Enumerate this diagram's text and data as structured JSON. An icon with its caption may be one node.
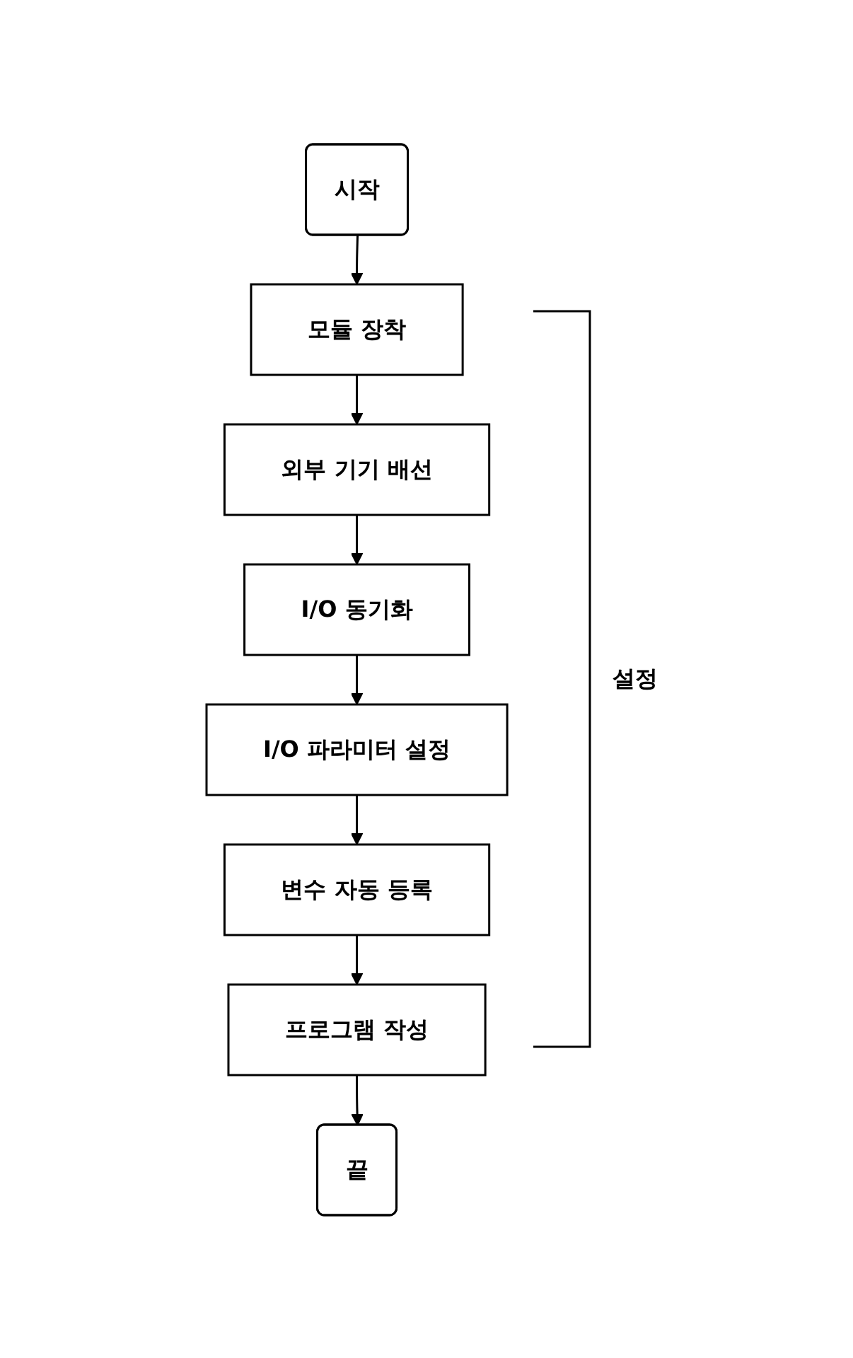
{
  "diagram": {
    "nodes": [
      {
        "text": [
          "시작"
        ]
      },
      {
        "text": [
          "모듈 장착"
        ]
      },
      {
        "text": [
          "외부 기기 배선"
        ]
      },
      {
        "text": [
          "I/O 동기화"
        ]
      },
      {
        "text": [
          "I/O 파라미터 설정"
        ]
      },
      {
        "text": [
          "변수 자동 등록"
        ]
      },
      {
        "text": [
          "프로그램 작성"
        ]
      },
      {
        "text": [
          "끝"
        ]
      }
    ],
    "edges": [
      {
        "from": 0,
        "to": 1,
        "arrow": "to"
      },
      {
        "from": 1,
        "to": 2,
        "arrow": "to"
      },
      {
        "from": 2,
        "to": 3,
        "arrow": "to"
      },
      {
        "from": 3,
        "to": 4,
        "arrow": "to"
      },
      {
        "from": 4,
        "to": 5,
        "arrow": "to"
      },
      {
        "from": 5,
        "to": 6,
        "arrow": "to"
      },
      {
        "from": 6,
        "to": 7,
        "arrow": "to"
      }
    ],
    "labels": [
      "설정"
    ]
  }
}
